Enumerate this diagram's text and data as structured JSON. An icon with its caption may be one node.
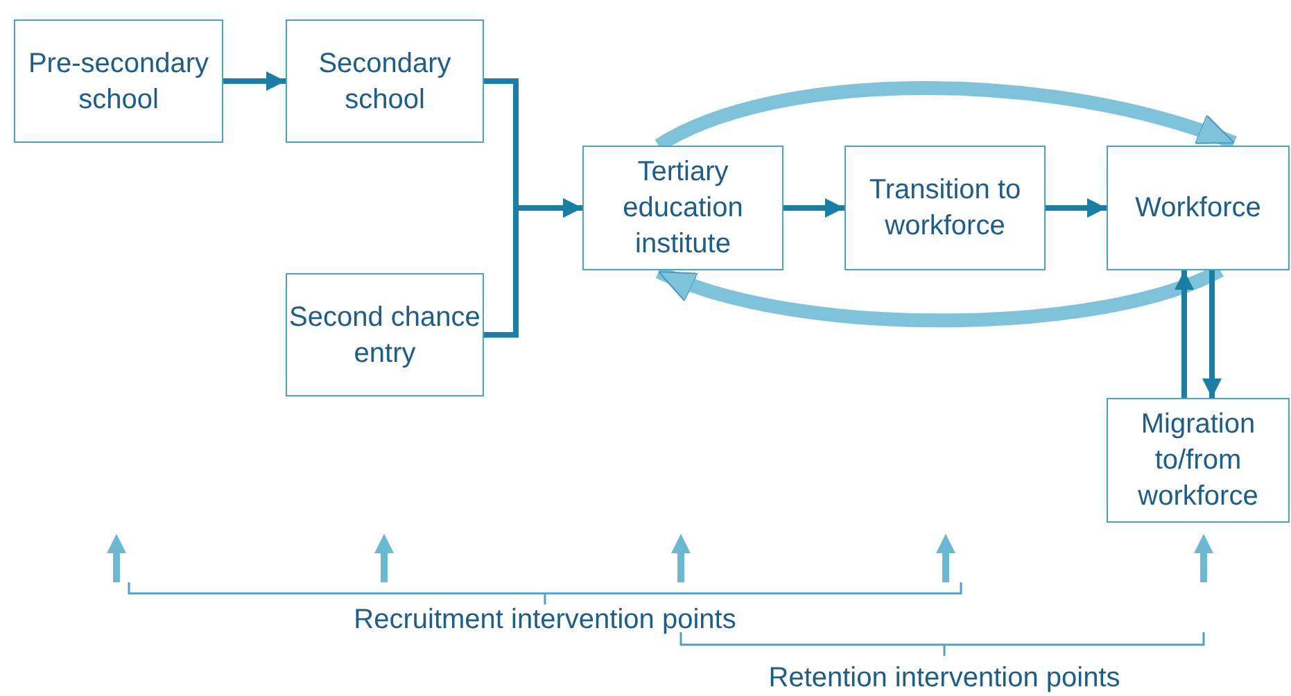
{
  "diagram": {
    "nodes": [
      {
        "text": [
          "Pre-secondary school"
        ]
      },
      {
        "text": [
          "Secondary school"
        ]
      },
      {
        "text": [
          "Second chance entry"
        ]
      },
      {
        "text": [
          "Tertiary education institute"
        ]
      },
      {
        "text": [
          "Transition to workforce"
        ]
      },
      {
        "text": [
          "Workforce"
        ]
      },
      {
        "text": [
          "Migration to/from workforce"
        ]
      }
    ],
    "edges": [
      {
        "from": 0,
        "to": 1,
        "arrow": "to"
      },
      {
        "from": 1,
        "to": 3,
        "arrow": "to"
      },
      {
        "from": 2,
        "to": 3,
        "arrow": "to"
      },
      {
        "from": 3,
        "to": 4,
        "arrow": "to"
      },
      {
        "from": 4,
        "to": 5,
        "arrow": "to"
      },
      {
        "from": 3,
        "to": 5,
        "arrow": "to",
        "style": "thick",
        "color": "#7fc3da"
      },
      {
        "from": 5,
        "to": 3,
        "arrow": "to",
        "style": "thick",
        "color": "#7fc3da"
      },
      {
        "from": 6,
        "to": 5,
        "arrow": "to"
      },
      {
        "from": 5,
        "to": 6,
        "arrow": "to"
      }
    ],
    "labels": [
      "Recruitment intervention points",
      "Retention intervention points"
    ]
  }
}
